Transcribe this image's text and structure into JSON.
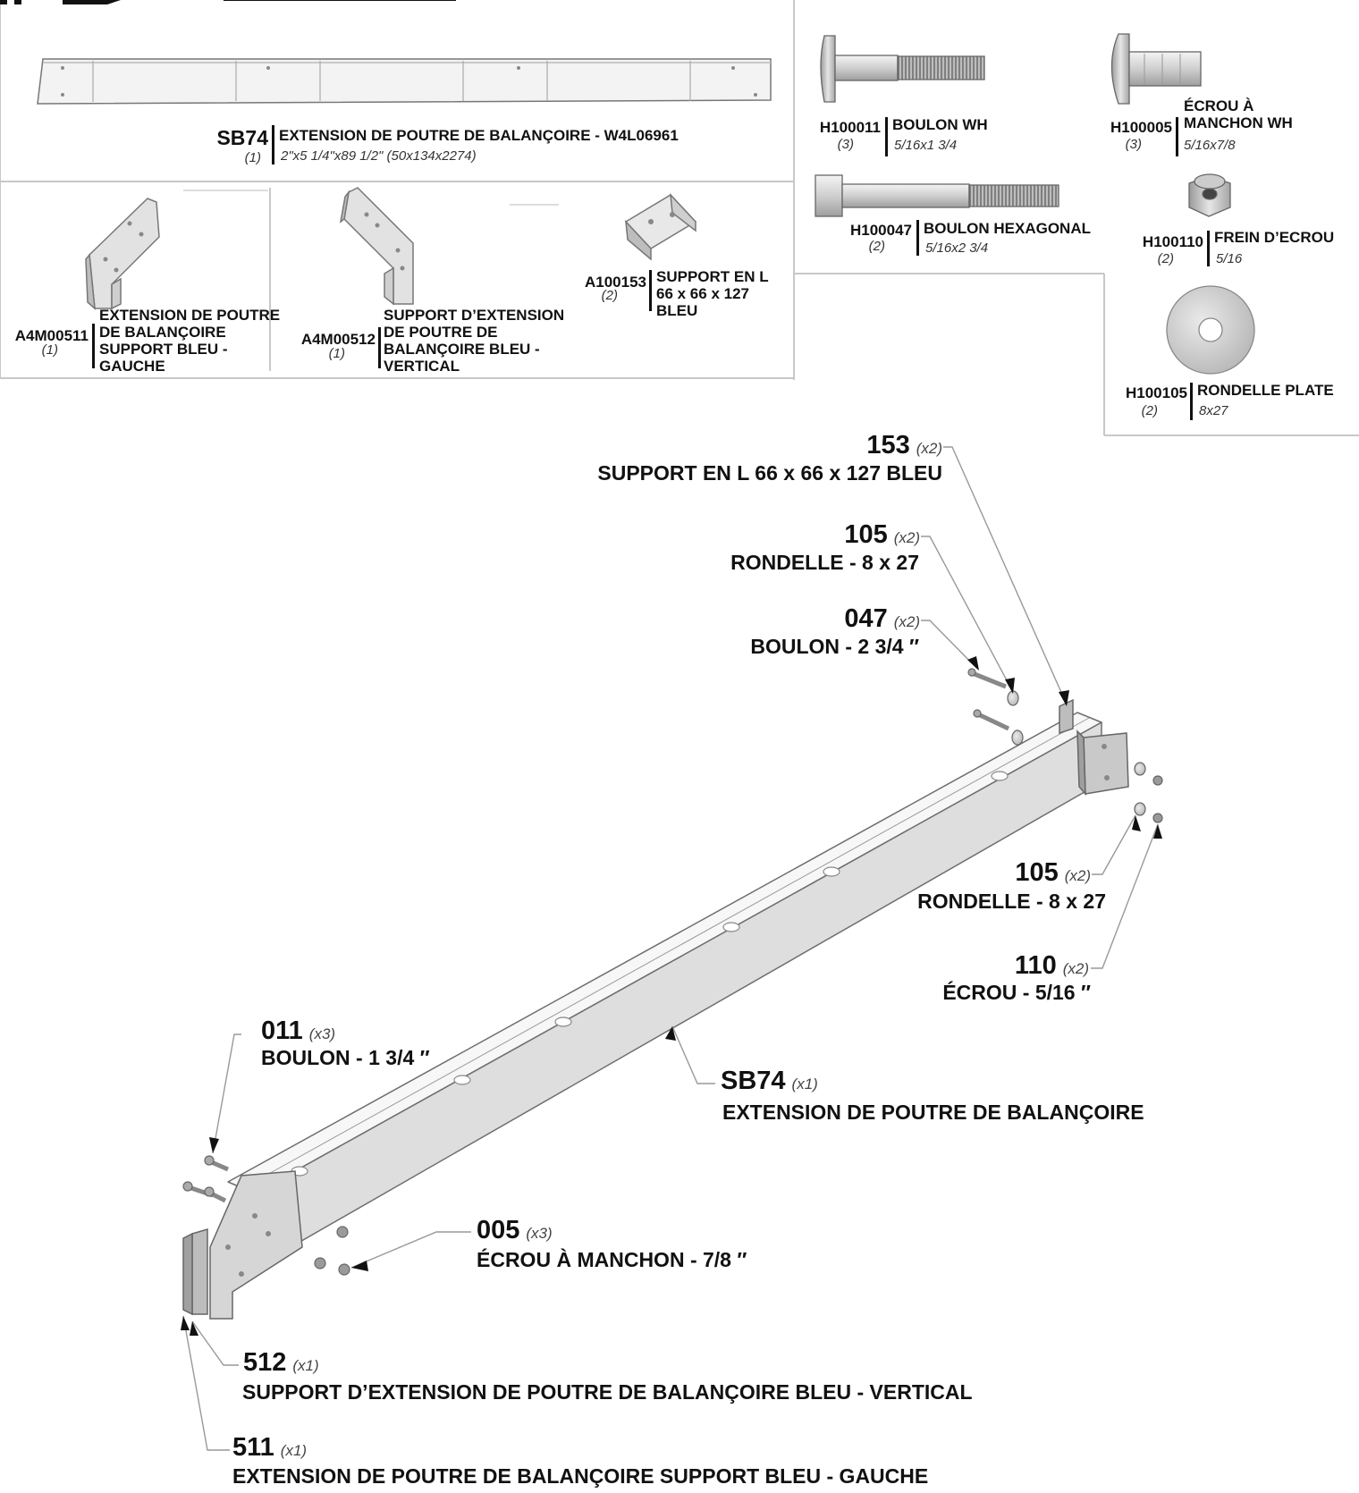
{
  "parts_list": {
    "beam": {
      "code": "SB74",
      "qty": "(1)",
      "name": "EXTENSION DE POUTRE DE BALANÇOIRE - W4L06961",
      "spec": "2\"x5 1/4\"x89 1/2\" (50x134x2274)"
    },
    "left_bracket": {
      "code": "A4M00511",
      "qty": "(1)",
      "name": "EXTENSION DE POUTRE\nDE BALANÇOIRE\nSUPPORT BLEU -\nGAUCHE"
    },
    "vertical_bracket": {
      "code": "A4M00512",
      "qty": "(1)",
      "name": "SUPPORT D’EXTENSION\nDE POUTRE DE\nBALANÇOIRE BLEU -\nVERTICAL"
    },
    "l_bracket": {
      "code": "A100153",
      "qty": "(2)",
      "name": "SUPPORT EN L\n66 x 66 x 127\nBLEU"
    },
    "bolt_wh": {
      "code": "H100011",
      "qty": "(3)",
      "name": "BOULON WH",
      "spec": "5/16x1 3/4"
    },
    "sleeve_nut": {
      "code": "H100005",
      "qty": "(3)",
      "name": "ÉCROU À\nMANCHON WH",
      "spec": "5/16x7/8"
    },
    "hex_bolt": {
      "code": "H100047",
      "qty": "(2)",
      "name": "BOULON HEXAGONAL",
      "spec": "5/16x2 3/4"
    },
    "lock_nut": {
      "code": "H100110",
      "qty": "(2)",
      "name": "FREIN D’ECROU",
      "spec": "5/16"
    },
    "flat_washer": {
      "code": "H100105",
      "qty": "(2)",
      "name": "RONDELLE PLATE",
      "spec": "8x27"
    }
  },
  "callouts": {
    "c153": {
      "num": "153",
      "qty": "(x2)",
      "name": "SUPPORT EN L 66 x 66 x 127 BLEU"
    },
    "c105a": {
      "num": "105",
      "qty": "(x2)",
      "name": "RONDELLE - 8 x 27"
    },
    "c047": {
      "num": "047",
      "qty": "(x2)",
      "name": "BOULON - 2 3/4 ″"
    },
    "c105b": {
      "num": "105",
      "qty": "(x2)",
      "name": "RONDELLE - 8 x 27"
    },
    "c110": {
      "num": "110",
      "qty": "(x2)",
      "name": "ÉCROU - 5/16 ″"
    },
    "c011": {
      "num": "011",
      "qty": "(x3)",
      "name": "BOULON - 1 3/4 ″"
    },
    "csb74": {
      "num": "SB74",
      "qty": "(x1)",
      "name": "EXTENSION DE POUTRE DE BALANÇOIRE"
    },
    "c005": {
      "num": "005",
      "qty": "(x3)",
      "name": "ÉCROU À MANCHON - 7/8 ″"
    },
    "c512": {
      "num": "512",
      "qty": "(x1)",
      "name": "SUPPORT D’EXTENSION DE POUTRE DE BALANÇOIRE BLEU - VERTICAL"
    },
    "c511": {
      "num": "511",
      "qty": "(x1)",
      "name": "EXTENSION DE POUTRE DE BALANÇOIRE SUPPORT BLEU - GAUCHE"
    }
  }
}
